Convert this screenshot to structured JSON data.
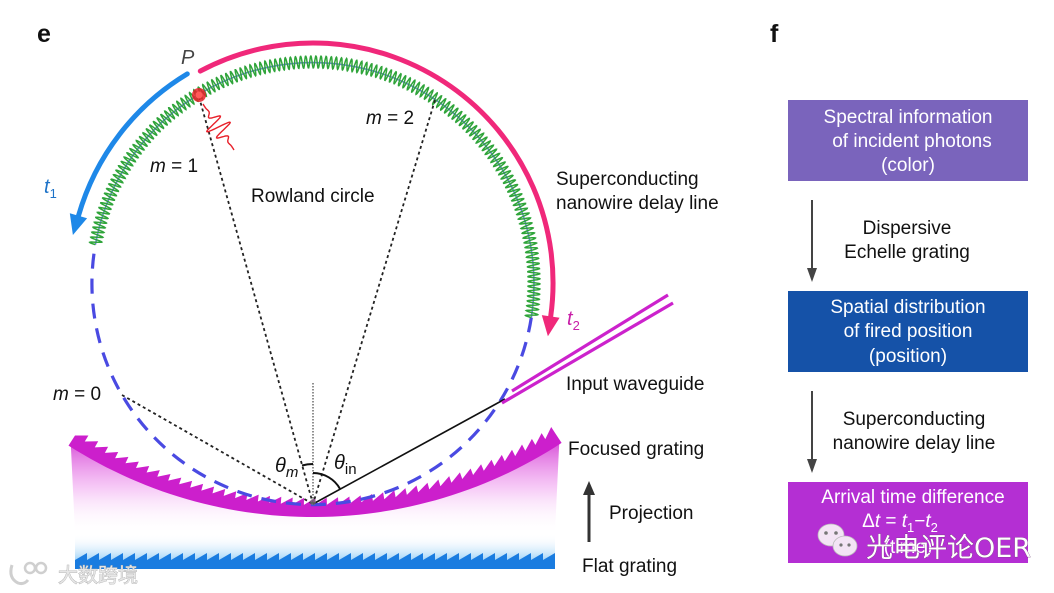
{
  "panel_e": {
    "label": "e",
    "point_label": "P",
    "t1": {
      "var": "t",
      "sub": "1"
    },
    "t2": {
      "var": "t",
      "sub": "2"
    },
    "orders": [
      {
        "var": "m",
        "rest": " = 0"
      },
      {
        "var": "m",
        "rest": " = 1"
      },
      {
        "var": "m",
        "rest": " = 2"
      }
    ],
    "rowland_circle": "Rowland circle",
    "delay_line": [
      "Superconducting",
      "nanowire delay line"
    ],
    "input_waveguide": "Input waveguide",
    "focused_grating": "Focused grating",
    "projection": "Projection",
    "flat_grating": "Flat grating",
    "theta_m": {
      "symbol": "θ",
      "sub": "m"
    },
    "theta_in": {
      "symbol": "θ",
      "sub": "in"
    }
  },
  "panel_f": {
    "label": "f",
    "boxes": [
      {
        "lines": [
          "Spectral information",
          "of incident photons",
          "(color)"
        ],
        "color": "#7a64bc"
      },
      {
        "lines": [
          "Spatial distribution",
          "of fired position",
          "(position)"
        ],
        "color": "#1552a8"
      },
      {
        "lines": [
          "Arrival time difference",
          "(time)"
        ],
        "color": "#b42fd3",
        "formula": {
          "delta": "Δ",
          "var": "t",
          "eq": " = ",
          "sub1": "1",
          "minus": "−",
          "sub2": "2"
        }
      }
    ],
    "steps": [
      [
        "Dispersive",
        "Echelle grating"
      ],
      [
        "Superconducting",
        "nanowire delay line"
      ]
    ]
  },
  "colors": {
    "t1_arrow": "#1e88e8",
    "t2_arrow": "#f0287a",
    "t2_label": "#c81fa8",
    "nanowire": "#2fa43a",
    "rowland_dashed": "#4a4ae2",
    "grating": "#cc1fcc",
    "flat_grating": "#1a7ce0",
    "photon": "#e8202a"
  },
  "watermarks": {
    "wechat_text": "光电评论OER",
    "logo_text": "大数跨境"
  }
}
